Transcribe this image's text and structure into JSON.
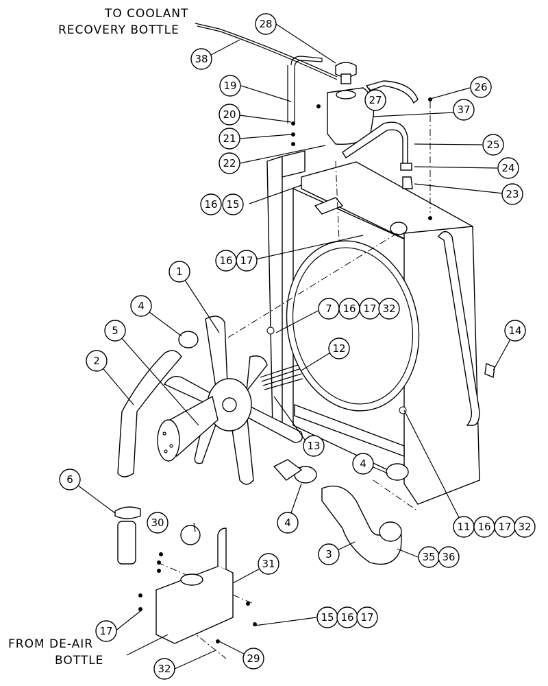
{
  "labels": {
    "coolant_line1": "TO COOLANT",
    "coolant_line2": "RECOVERY BOTTLE",
    "deair_line1": "FROM DE-AIR",
    "deair_line2": "BOTTLE"
  },
  "callouts": {
    "c28": "28",
    "c38": "38",
    "c19": "19",
    "c20": "20",
    "c21": "21",
    "c22": "22",
    "c27": "27",
    "c26": "26",
    "c37": "37",
    "c25": "25",
    "c24": "24",
    "c23": "23",
    "c16a": "16",
    "c15a": "15",
    "c16b": "16",
    "c17b": "17",
    "c1": "1",
    "c4a": "4",
    "c5": "5",
    "c2": "2",
    "c7": "7",
    "c16c": "16",
    "c17c": "17",
    "c32c": "32",
    "c12": "12",
    "c14": "14",
    "c13": "13",
    "c6": "6",
    "c4b": "4",
    "c4c": "4",
    "c11": "11",
    "c16d": "16",
    "c17d": "17",
    "c32d": "32",
    "c30": "30",
    "c31": "31",
    "c3": "3",
    "c35": "35",
    "c36": "36",
    "c15e": "15",
    "c16e": "16",
    "c17e": "17",
    "c17f": "17",
    "c29": "29",
    "c32f": "32"
  }
}
